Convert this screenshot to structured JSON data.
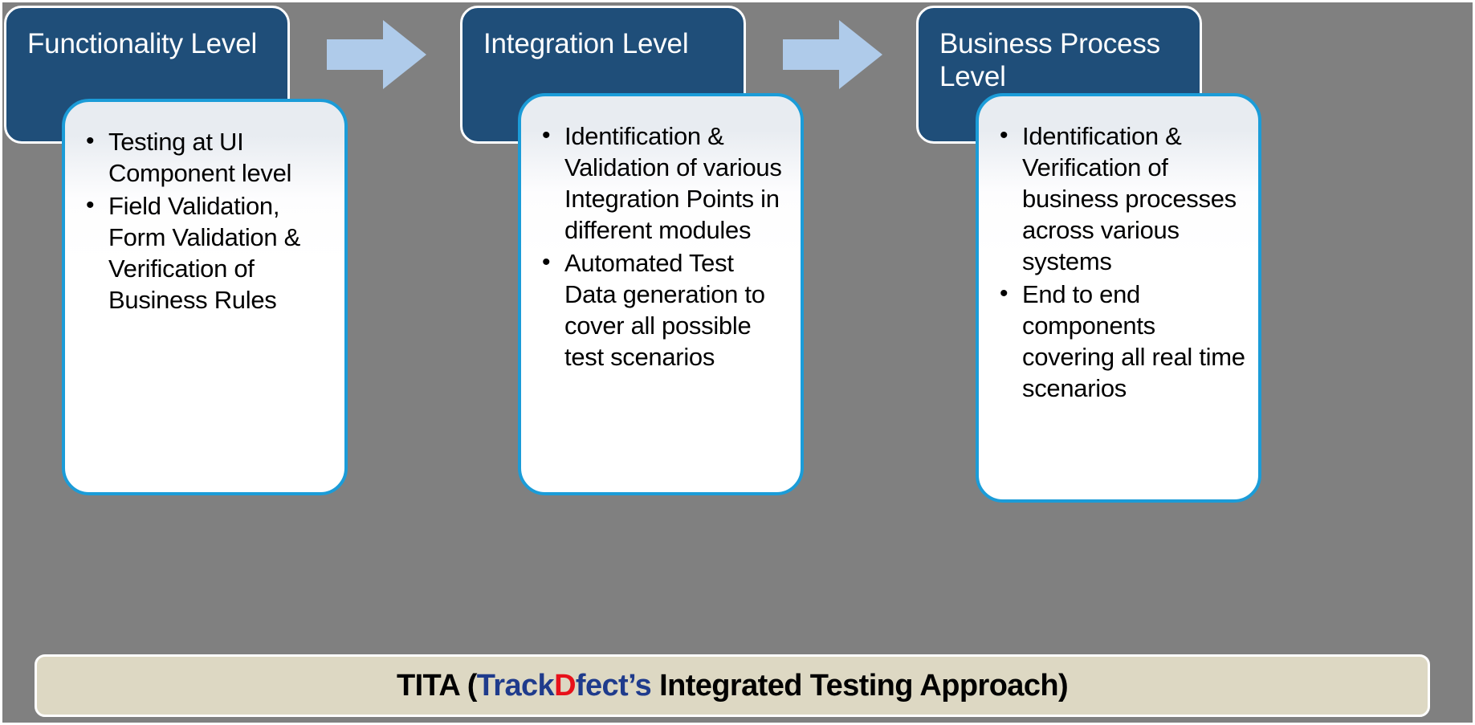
{
  "slide": {
    "background_color": "#808080",
    "accent_blue": "#1F4E79",
    "card_border_color": "#1B9CD8",
    "arrow_color": "#AFCBEA",
    "banner_color": "#DDD8C3"
  },
  "stages": [
    {
      "header": "Functionality Level",
      "bullets": [
        "Testing at UI Component level",
        "Field Validation, Form Validation & Verification of Business Rules"
      ]
    },
    {
      "header": "Integration Level",
      "bullets": [
        "Identification & Validation of various Integration Points in different modules",
        "Automated Test Data generation to cover all possible test scenarios"
      ]
    },
    {
      "header": "Business Process Level",
      "bullets": [
        "Identification & Verification of business processes across various systems",
        "End to end components covering all real time scenarios"
      ]
    }
  ],
  "arrows": [
    {
      "name": "arrow-stage1-to-stage2",
      "direction": "right"
    },
    {
      "name": "arrow-stage2-to-stage3",
      "direction": "right"
    }
  ],
  "banner": {
    "prefix": "TITA (",
    "brand_part_1": "Track",
    "brand_highlight": "D",
    "brand_part_2": "fect’s",
    "suffix": " Integrated Testing Approach)",
    "full_text": "TITA (TrackDfect’s Integrated Testing Approach)",
    "brand_color_blue": "#1F3B8C",
    "brand_color_red": "#E8111A"
  }
}
